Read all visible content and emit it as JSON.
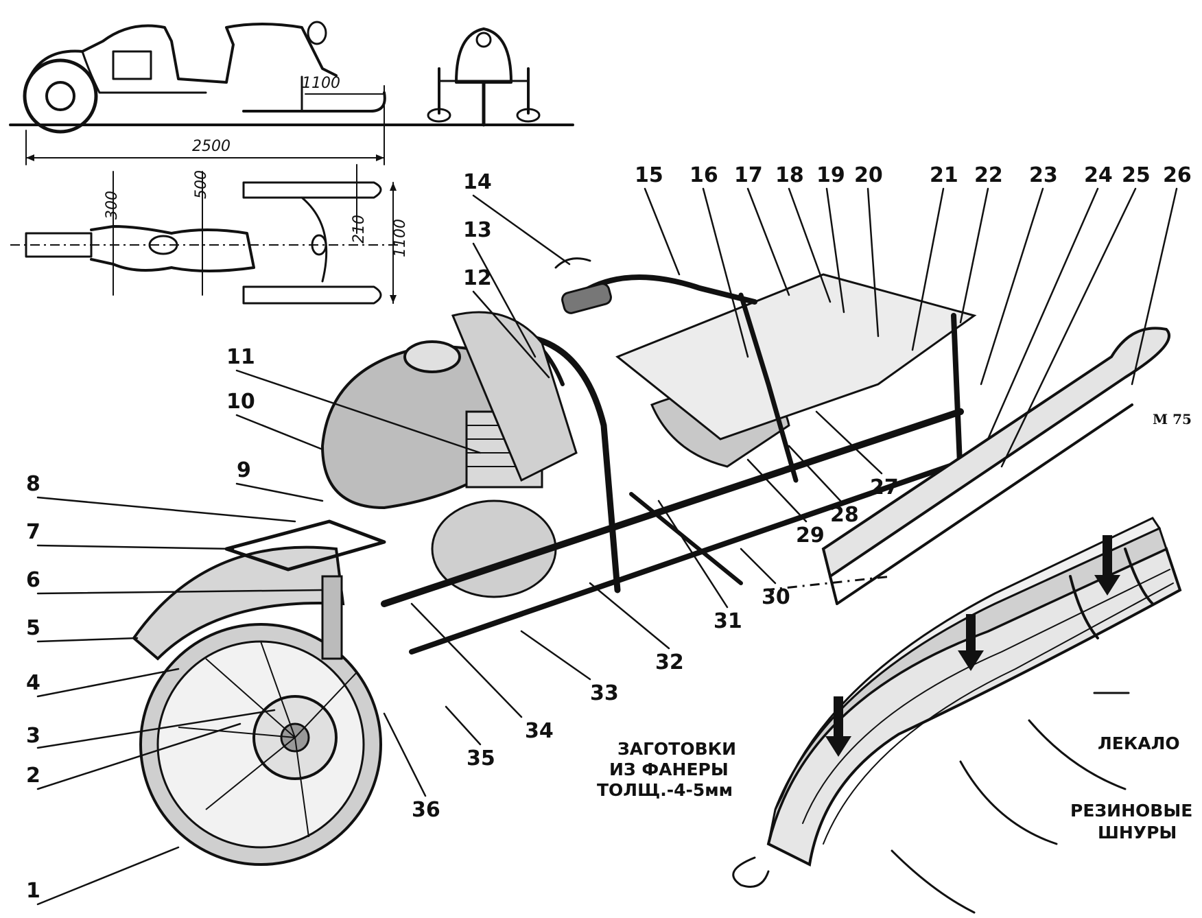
{
  "dimensions": {
    "overall_length": "2500",
    "ski_length": "1100",
    "ski_track": "1100",
    "ski_width": "210",
    "width_300": "300",
    "width_500": "500"
  },
  "callouts": [
    "1",
    "2",
    "3",
    "4",
    "5",
    "6",
    "7",
    "8",
    "9",
    "10",
    "11",
    "12",
    "13",
    "14",
    "15",
    "16",
    "17",
    "18",
    "19",
    "20",
    "21",
    "22",
    "23",
    "24",
    "25",
    "26",
    "27",
    "28",
    "29",
    "30",
    "31",
    "32",
    "33",
    "34",
    "35",
    "36"
  ],
  "signature": "M 75",
  "inset": {
    "blanks_line1": "ЗАГОТОВКИ",
    "blanks_line2": "ИЗ ФАНЕРЫ",
    "blanks_line3": "ТОЛЩ.-4-5мм",
    "template": "ЛЕКАЛО",
    "cords_line1": "РЕЗИНОВЫЕ",
    "cords_line2": "ШНУРЫ"
  }
}
